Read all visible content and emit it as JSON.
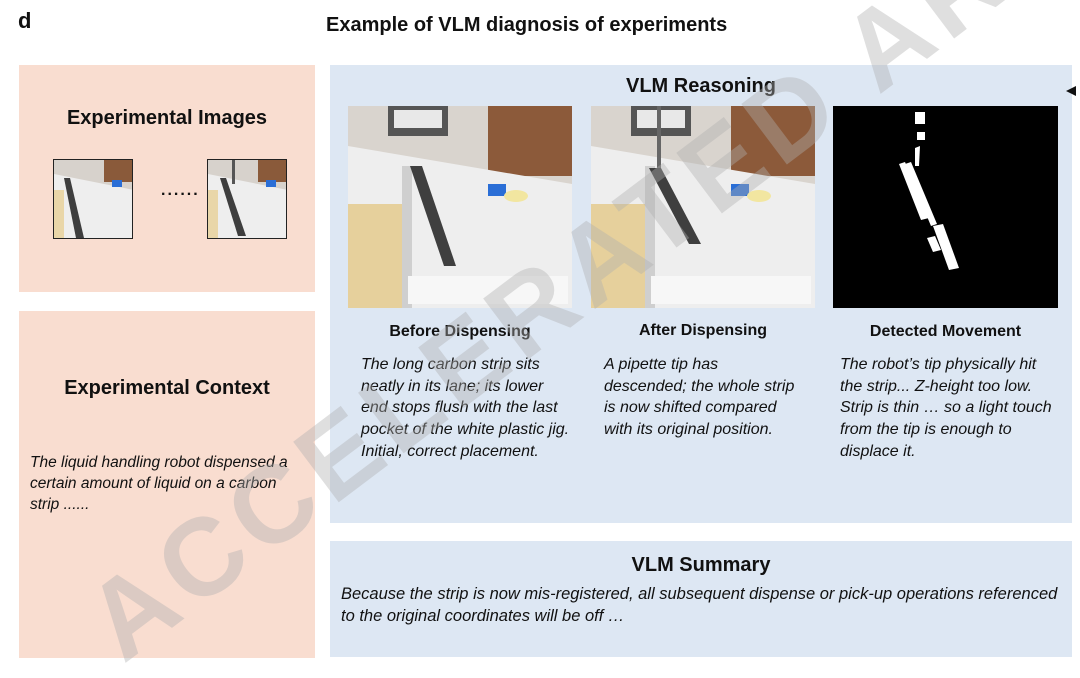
{
  "panel_letter": "d",
  "figure_title": "Example of VLM diagnosis of experiments",
  "left_column": {
    "images_box": {
      "title": "Experimental Images",
      "ellipsis": "......"
    },
    "context_box": {
      "title": "Experimental Context",
      "text": "The liquid handling robot dispensed a certain amount of liquid on a carbon strip ......"
    }
  },
  "reasoning": {
    "title": "VLM Reasoning",
    "columns": [
      {
        "label": "Before Dispensing",
        "text": "The long carbon strip sits neatly in its lane; its lower end stops flush with the last pocket of the white plastic jig. Initial, correct placement."
      },
      {
        "label": "After Dispensing",
        "text": "A pipette tip has descended; the whole strip is now shifted compared with its original position."
      },
      {
        "label": "Detected Movement",
        "text": "The robot’s tip physically hit the strip... Z-height too low. Strip is thin … so a light touch from the tip is enough to displace it."
      }
    ]
  },
  "summary": {
    "title": "VLM Summary",
    "text": "Because the strip is now mis-registered, all subsequent dispense or pick-up operations referenced to the original coordinates will be off …"
  },
  "watermark": "ACCELERATED ART",
  "colors": {
    "left_boxes": "#f9ddd0",
    "right_boxes": "#dde7f3",
    "carbon_strip": "#4a4a4a",
    "blue_caps": "#2a6ed6"
  }
}
